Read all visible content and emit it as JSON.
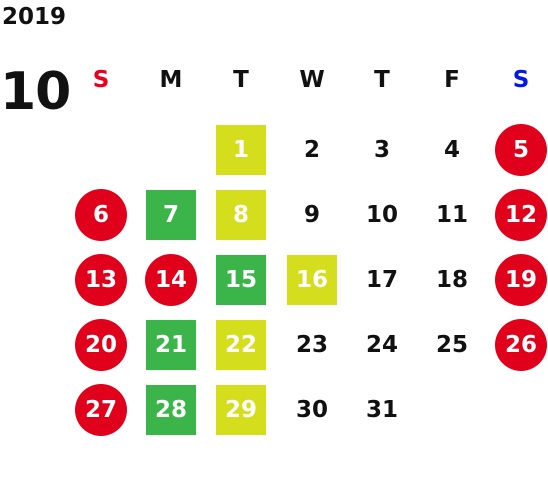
{
  "calendar": {
    "year": "2019",
    "month": "10",
    "weekdays": [
      "S",
      "M",
      "T",
      "W",
      "T",
      "F",
      "S"
    ],
    "colors": {
      "holiday": "#e0001b",
      "green": "#3bb54a",
      "yellow": "#d4de1c",
      "sunday_header": "#e8001c",
      "saturday_header": "#0018e8"
    },
    "weeks": [
      [
        null,
        null,
        {
          "d": "1",
          "s": "yellow"
        },
        {
          "d": "2",
          "s": "plain"
        },
        {
          "d": "3",
          "s": "plain"
        },
        {
          "d": "4",
          "s": "plain"
        },
        {
          "d": "5",
          "s": "circle"
        }
      ],
      [
        {
          "d": "6",
          "s": "circle"
        },
        {
          "d": "7",
          "s": "green"
        },
        {
          "d": "8",
          "s": "yellow"
        },
        {
          "d": "9",
          "s": "plain"
        },
        {
          "d": "10",
          "s": "plain"
        },
        {
          "d": "11",
          "s": "plain"
        },
        {
          "d": "12",
          "s": "circle"
        }
      ],
      [
        {
          "d": "13",
          "s": "circle"
        },
        {
          "d": "14",
          "s": "circle"
        },
        {
          "d": "15",
          "s": "green"
        },
        {
          "d": "16",
          "s": "yellow"
        },
        {
          "d": "17",
          "s": "plain"
        },
        {
          "d": "18",
          "s": "plain"
        },
        {
          "d": "19",
          "s": "circle"
        }
      ],
      [
        {
          "d": "20",
          "s": "circle"
        },
        {
          "d": "21",
          "s": "green"
        },
        {
          "d": "22",
          "s": "yellow"
        },
        {
          "d": "23",
          "s": "plain"
        },
        {
          "d": "24",
          "s": "plain"
        },
        {
          "d": "25",
          "s": "plain"
        },
        {
          "d": "26",
          "s": "circle"
        }
      ],
      [
        {
          "d": "27",
          "s": "circle"
        },
        {
          "d": "28",
          "s": "green"
        },
        {
          "d": "29",
          "s": "yellow"
        },
        {
          "d": "30",
          "s": "plain"
        },
        {
          "d": "31",
          "s": "plain"
        },
        null,
        null
      ]
    ]
  }
}
